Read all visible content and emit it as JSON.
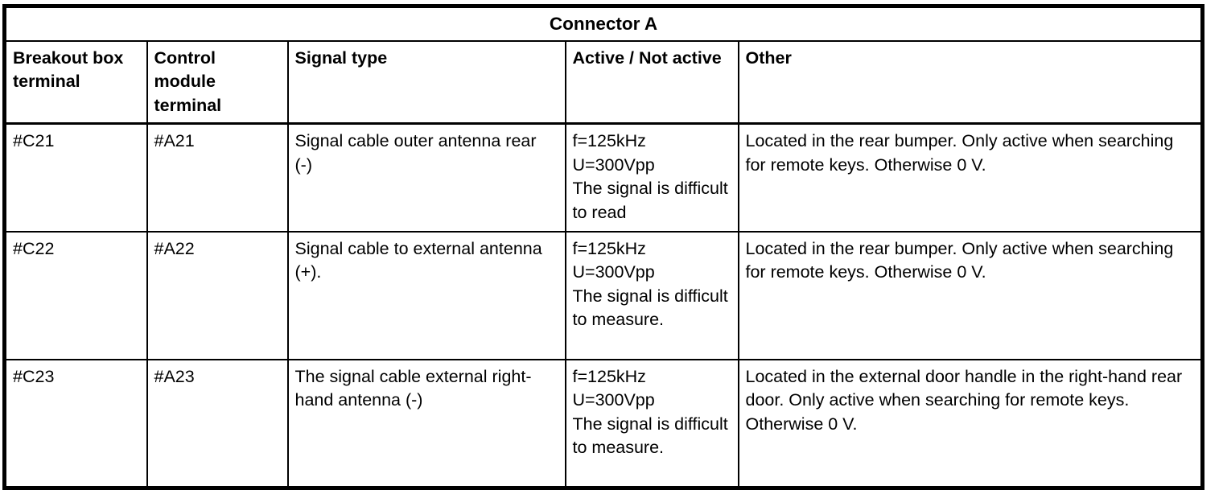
{
  "table": {
    "title": "Connector A",
    "columns": [
      {
        "key": "breakout_box_terminal",
        "label": "Breakout box terminal"
      },
      {
        "key": "control_module_terminal",
        "label": "Control module terminal"
      },
      {
        "key": "signal_type",
        "label": "Signal type"
      },
      {
        "key": "active_not_active",
        "label": "Active / Not active"
      },
      {
        "key": "other",
        "label": "Other"
      }
    ],
    "rows": [
      {
        "breakout_box_terminal": "#C21",
        "control_module_terminal": "#A21",
        "signal_type": "Signal cable outer antenna rear (-)",
        "active_not_active": "f=125kHz\nU=300Vpp\nThe signal is difficult to read",
        "other": "Located in the rear bumper. Only active when searching for remote keys. Otherwise 0 V."
      },
      {
        "breakout_box_terminal": "#C22",
        "control_module_terminal": "#A22",
        "signal_type": "Signal cable to external antenna (+).",
        "active_not_active": "f=125kHz\nU=300Vpp\nThe signal is difficult to measure.",
        "other": "Located in the rear bumper. Only active when searching for remote keys. Otherwise 0 V."
      },
      {
        "breakout_box_terminal": "#C23",
        "control_module_terminal": "#A23",
        "signal_type": "The signal cable external right-hand antenna (-)",
        "active_not_active": "f=125kHz\nU=300Vpp\nThe signal is difficult to measure.",
        "other": "Located in the external door handle in the right-hand rear door. Only active when searching for remote keys. Otherwise 0 V."
      }
    ]
  },
  "colors": {
    "border": "#000000",
    "text": "#000000",
    "background": "#ffffff"
  }
}
